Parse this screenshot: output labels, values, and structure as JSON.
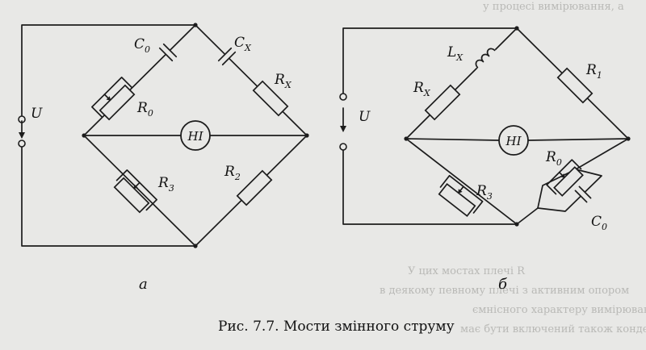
{
  "circuit_a": {
    "sublabel": "а",
    "source_label": "U",
    "meter_label": "HI",
    "components": {
      "c0": {
        "sym": "C",
        "sub": "0"
      },
      "cx": {
        "sym": "C",
        "sub": "X"
      },
      "r0": {
        "sym": "R",
        "sub": "0"
      },
      "rx": {
        "sym": "R",
        "sub": "X"
      },
      "r3": {
        "sym": "R",
        "sub": "3"
      },
      "r2": {
        "sym": "R",
        "sub": "2"
      }
    }
  },
  "circuit_b": {
    "sublabel": "б",
    "source_label": "U",
    "meter_label": "HI",
    "components": {
      "lx": {
        "sym": "L",
        "sub": "X"
      },
      "rx": {
        "sym": "R",
        "sub": "X"
      },
      "r1": {
        "sym": "R",
        "sub": "1"
      },
      "r0": {
        "sym": "R",
        "sub": "0"
      },
      "r3": {
        "sym": "R",
        "sub": "3"
      },
      "c0": {
        "sym": "C",
        "sub": "0"
      }
    }
  },
  "caption": "Рис. 7.7. Мости змінного струму",
  "background_text": {
    "top_right": "у процесі вимірювання, а",
    "line1": "У цих мостах плечі R",
    "line2": "в деякому певному плечі з активним опором",
    "line3": "ємнісного характеру вимірюваних величин",
    "line4": "має бути включений також конденсатор. При"
  }
}
